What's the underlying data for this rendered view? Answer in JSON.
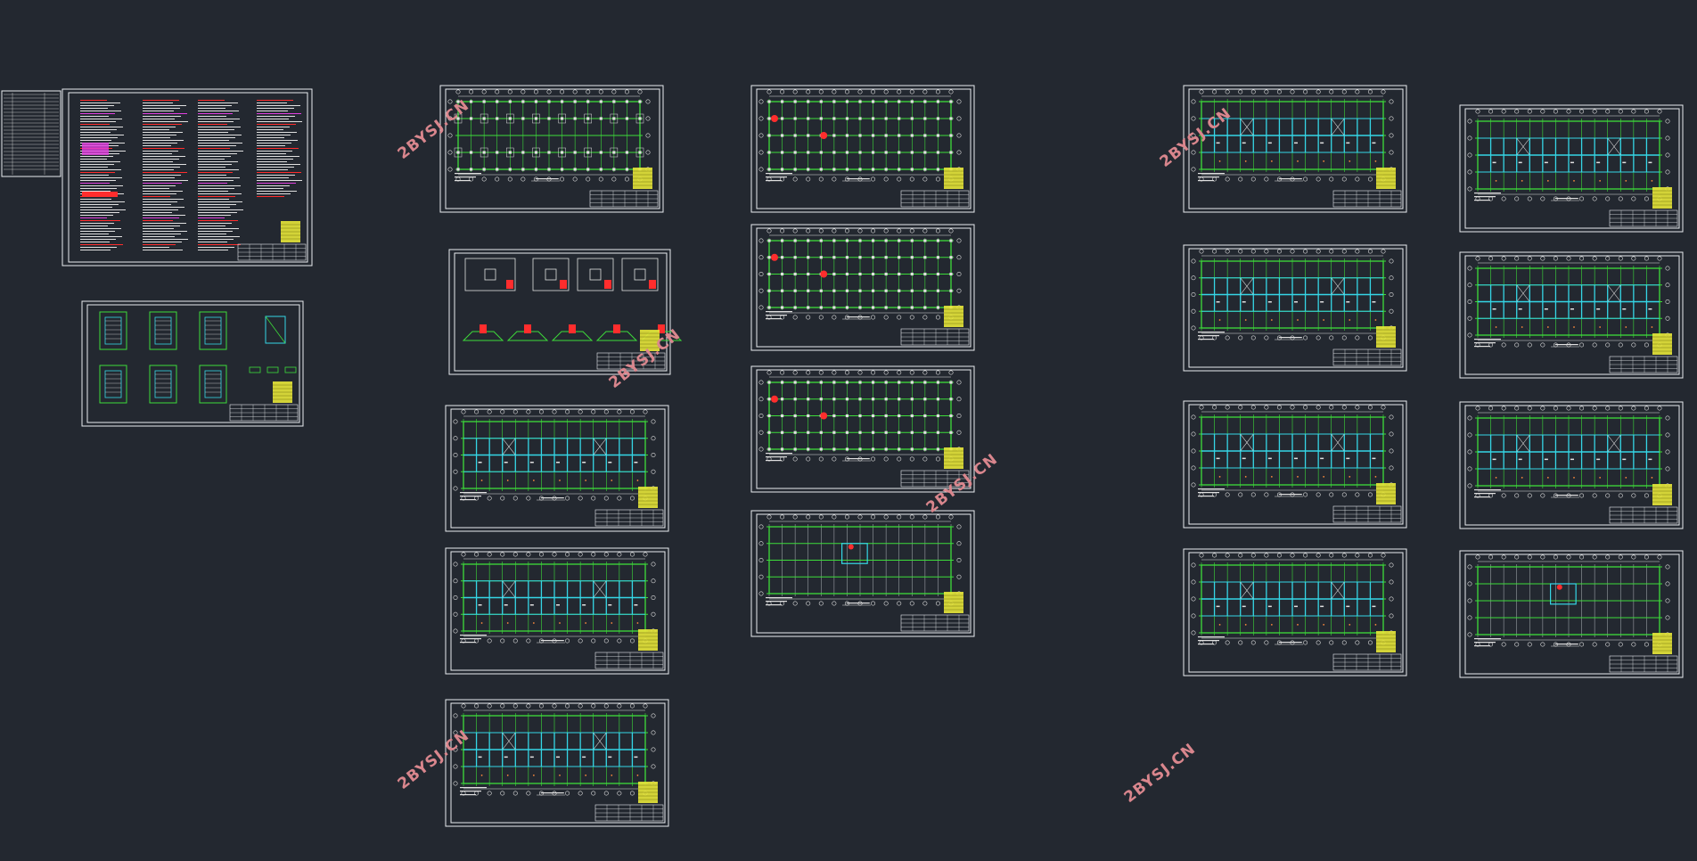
{
  "workspace": {
    "background": "#232830",
    "colors": {
      "frame": "#e8ecef",
      "grid_green": "#3ddc3a",
      "beam_cyan": "#35d6e6",
      "column_red": "#ff2d2d",
      "title_yellow": "#e7e63a",
      "dim_white": "#e0e0e0"
    }
  },
  "watermark": {
    "text": "2BYSJ.CN",
    "color": "#d9868d"
  },
  "sheets": [
    {
      "id": "index-table",
      "kind": "table"
    },
    {
      "id": "design-notes",
      "kind": "notes"
    },
    {
      "id": "stair-details",
      "kind": "details"
    },
    {
      "id": "foundation-plan",
      "kind": "plan",
      "fill": "columns"
    },
    {
      "id": "footing-details",
      "kind": "footing"
    },
    {
      "id": "floor-beam-plan-1",
      "kind": "plan",
      "fill": "cyan"
    },
    {
      "id": "floor-beam-plan-2",
      "kind": "plan",
      "fill": "cyan"
    },
    {
      "id": "floor-beam-plan-3",
      "kind": "plan",
      "fill": "cyan"
    },
    {
      "id": "column-plan-1",
      "kind": "plan",
      "fill": "columns-red"
    },
    {
      "id": "column-plan-2",
      "kind": "plan",
      "fill": "columns-red"
    },
    {
      "id": "column-plan-3",
      "kind": "plan",
      "fill": "columns-red"
    },
    {
      "id": "roof-column-plan",
      "kind": "plan",
      "fill": "roof"
    },
    {
      "id": "slab-plan-1",
      "kind": "plan",
      "fill": "cyan"
    },
    {
      "id": "slab-plan-2",
      "kind": "plan",
      "fill": "cyan"
    },
    {
      "id": "slab-plan-3",
      "kind": "plan",
      "fill": "cyan"
    },
    {
      "id": "slab-plan-4",
      "kind": "plan",
      "fill": "cyan"
    },
    {
      "id": "reinf-plan-1",
      "kind": "plan",
      "fill": "cyan"
    },
    {
      "id": "reinf-plan-2",
      "kind": "plan",
      "fill": "cyan"
    },
    {
      "id": "reinf-plan-3",
      "kind": "plan",
      "fill": "cyan"
    },
    {
      "id": "roof-reinf-plan",
      "kind": "plan",
      "fill": "roof"
    }
  ]
}
